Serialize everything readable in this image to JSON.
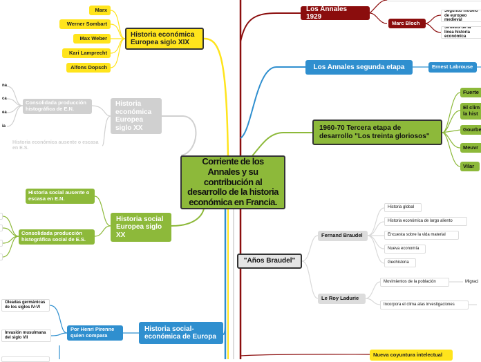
{
  "central": "Corriente de los Annales y su contribución al desarrollo de la historia económica en Francia.",
  "left": {
    "economica_xix": {
      "title": "Historia económica Europea siglo XIX",
      "authors": [
        "Marx",
        "Werner Sombart",
        "Max Weber",
        "Kari Lamprecht",
        "Alfons Dopsch"
      ]
    },
    "economica_xx": {
      "title": "Historia económica Europea siglo XX",
      "children": [
        "Consolidada producción histográfica de E.N.",
        "Historia económica ausente o escasa en E.S."
      ],
      "cut_fragments": [
        "na",
        "ca",
        "ea",
        "ia"
      ]
    },
    "social_xx": {
      "title": "Historia social Europea siglo XX",
      "children": [
        "Historia social ausente o escasa en E.N.",
        "Consolidada producción histográfica social de E.S."
      ]
    },
    "socioeconomica": {
      "title": "Historia social-económica de Europa",
      "pirenne": "Por Henri Pirenne quien compara",
      "leaves": [
        "Oleadas germánicas de los siglos IV-VI",
        "Invasión musulmana del siglo VII"
      ]
    }
  },
  "right": {
    "annales_1929": {
      "title": "Los Annales 1929",
      "marc_bloch": "Marc Bloch",
      "bloch_children": [
        "Segundo modelo de europeo medieval",
        "Síntesis de la línea historia económica"
      ]
    },
    "segunda_etapa": {
      "title": "Los Annales segunda etapa",
      "person": "Ernest Labrouse"
    },
    "tercera_etapa": {
      "title": "1960-70 Tercera etapa de desarrollo \"Los treinta gloriosos\"",
      "children": [
        "Fuerte",
        "El clim la hist",
        "Gourbe",
        "Meuvr",
        "Vilar"
      ]
    },
    "braudel": {
      "title": "\"Años Braudel\"",
      "fernand": {
        "name": "Fernand Braudel",
        "items": [
          "Historia global",
          "Historia económica de largo aliento",
          "Encuesta sobre la vida material",
          "Nueva economía",
          "Geohistoria"
        ]
      },
      "ladurie": {
        "name": "Le Roy Ladurie",
        "items": [
          "Movimientos de la población",
          "Incorpora el clima alas investigaciones"
        ],
        "migracion": "Migraci"
      }
    },
    "coyuntura": "Nueva coyuntura intelectual"
  },
  "colors": {
    "yellow": "#ffe41c",
    "green": "#8db93a",
    "blue": "#2f8fcf",
    "dark_red": "#8b0d0d",
    "grey": "#d0d0d0"
  }
}
